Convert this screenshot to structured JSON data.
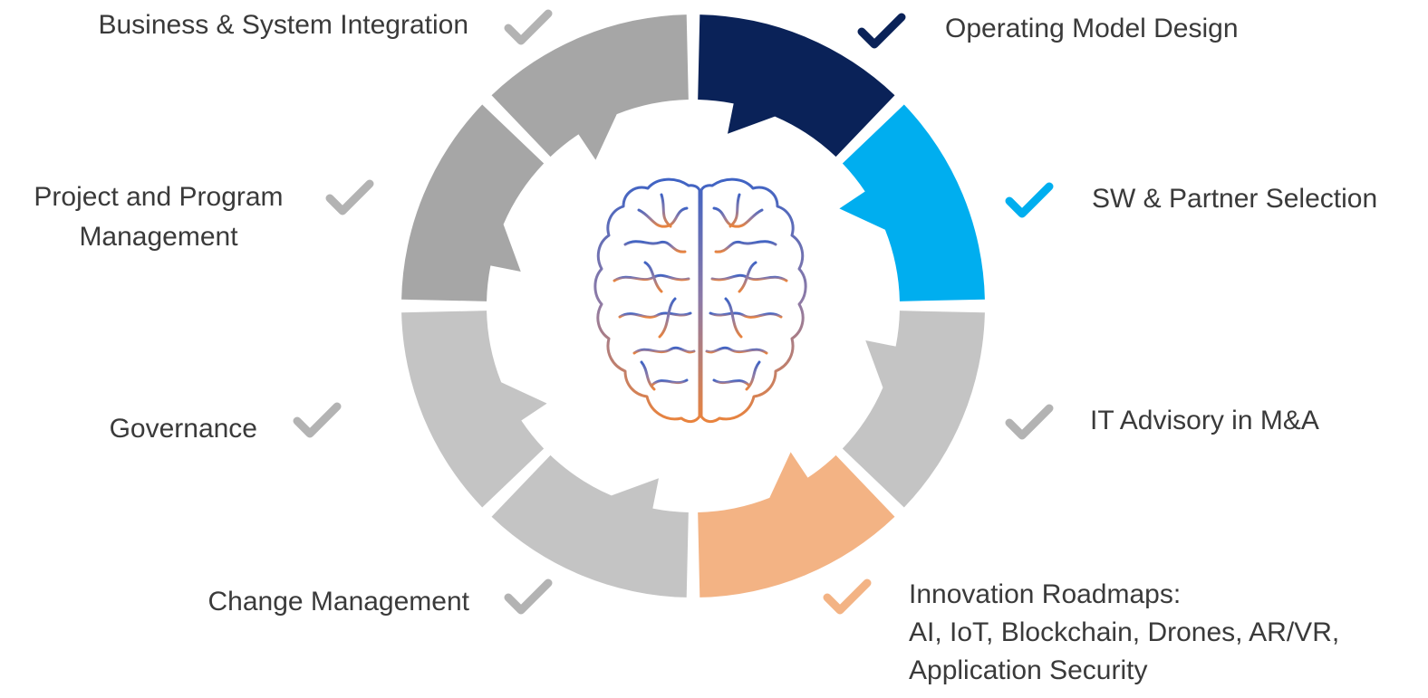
{
  "colors": {
    "navy": "#0a2258",
    "sky": "#00aeef",
    "peach": "#f3b384",
    "grayDark": "#a6a6a6",
    "grayLight": "#c4c4c4",
    "checkGray": "#b3b3b3",
    "text": "#3a3a3a"
  },
  "center_icon": "brain-icon",
  "segments": [
    {
      "id": "operating-model-design",
      "color": "navy"
    },
    {
      "id": "sw-partner-selection",
      "color": "sky"
    },
    {
      "id": "it-advisory-ma",
      "color": "grayLight"
    },
    {
      "id": "innovation-roadmaps",
      "color": "peach"
    },
    {
      "id": "change-management",
      "color": "grayLight"
    },
    {
      "id": "governance",
      "color": "grayLight"
    },
    {
      "id": "project-program-management",
      "color": "grayDark"
    },
    {
      "id": "business-system-integration",
      "color": "grayDark"
    }
  ],
  "labels": {
    "operating_model_design": "Operating Model Design",
    "sw_partner_selection": "SW & Partner Selection",
    "it_advisory": "IT Advisory in M&A",
    "innovation_line1": "Innovation Roadmaps:",
    "innovation_line2": "AI, IoT, Blockchain, Drones, AR/VR,",
    "innovation_line3": "Application Security",
    "change_management": "Change Management",
    "governance": "Governance",
    "project_line1": "Project and Program",
    "project_line2": "Management",
    "business_system_integration": "Business & System Integration"
  },
  "checks": [
    {
      "name": "check-icon-operating-model",
      "color": "navy"
    },
    {
      "name": "check-icon-sw-partner",
      "color": "sky"
    },
    {
      "name": "check-icon-it-advisory",
      "color": "checkGray"
    },
    {
      "name": "check-icon-innovation",
      "color": "peach"
    },
    {
      "name": "check-icon-change-management",
      "color": "checkGray"
    },
    {
      "name": "check-icon-governance",
      "color": "checkGray"
    },
    {
      "name": "check-icon-project-program",
      "color": "checkGray"
    },
    {
      "name": "check-icon-business-integration",
      "color": "checkGray"
    }
  ]
}
